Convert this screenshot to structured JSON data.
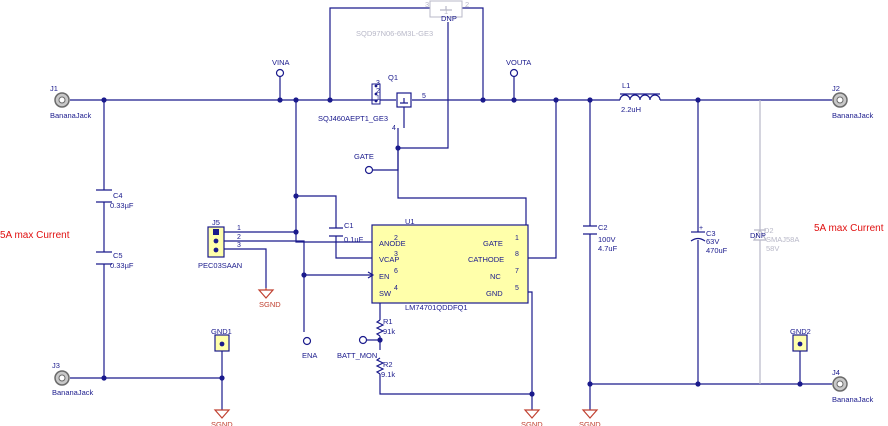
{
  "connectors": {
    "j1": {
      "ref": "J1",
      "type": "BananaJack"
    },
    "j2": {
      "ref": "J2",
      "type": "BananaJack"
    },
    "j3": {
      "ref": "J3",
      "type": "BananaJack"
    },
    "j4": {
      "ref": "J4",
      "type": "BananaJack"
    },
    "j5": {
      "ref": "J5",
      "type": "PEC03SAAN",
      "pins": [
        "1",
        "2",
        "3"
      ]
    },
    "gnd1": {
      "ref": "GND1"
    },
    "gnd2": {
      "ref": "GND2"
    }
  },
  "nets": {
    "vina": "VINA",
    "vouta": "VOUTA",
    "gate": "GATE",
    "ena": "ENA",
    "batt_mon": "BATT_MON",
    "sgnd": "SGND"
  },
  "notes": {
    "left_current": "5A max Current",
    "right_current": "5A max Current"
  },
  "components": {
    "q1": {
      "ref": "Q1",
      "part": "SQJ460AEPT1_GE3",
      "pins": [
        "3",
        "2",
        "1",
        "5",
        "4"
      ]
    },
    "q2": {
      "part": "SQD97N06-6M3L-GE3",
      "dnp": "DNP",
      "pins": [
        "3",
        "1",
        "2"
      ]
    },
    "c4": {
      "ref": "C4",
      "value": "0.33µF"
    },
    "c5": {
      "ref": "C5",
      "value": "0.33µF"
    },
    "c1": {
      "ref": "C1",
      "value": "0.1uF"
    },
    "c2": {
      "ref": "C2",
      "voltage": "100V",
      "value": "4.7uF"
    },
    "c3": {
      "ref": "C3",
      "voltage": "63V",
      "value": "470uF"
    },
    "l1": {
      "ref": "L1",
      "value": "2.2uH"
    },
    "r1": {
      "ref": "R1",
      "value": "91k"
    },
    "r2": {
      "ref": "R2",
      "value": "9.1k"
    },
    "d2": {
      "ref": "D2",
      "part": "SMAJ58A",
      "voltage": "58V",
      "dnp": "DNP"
    }
  },
  "ic": {
    "ref": "U1",
    "part": "LM74701QDDFQ1",
    "left_pins": [
      {
        "num": "2",
        "name": "ANODE"
      },
      {
        "num": "3",
        "name": "VCAP"
      },
      {
        "num": "6",
        "name": "EN"
      },
      {
        "num": "4",
        "name": "SW"
      }
    ],
    "right_pins": [
      {
        "num": "1",
        "name": "GATE"
      },
      {
        "num": "8",
        "name": "CATHODE"
      },
      {
        "num": "7",
        "name": "NC"
      },
      {
        "num": "5",
        "name": "GND"
      }
    ]
  }
}
